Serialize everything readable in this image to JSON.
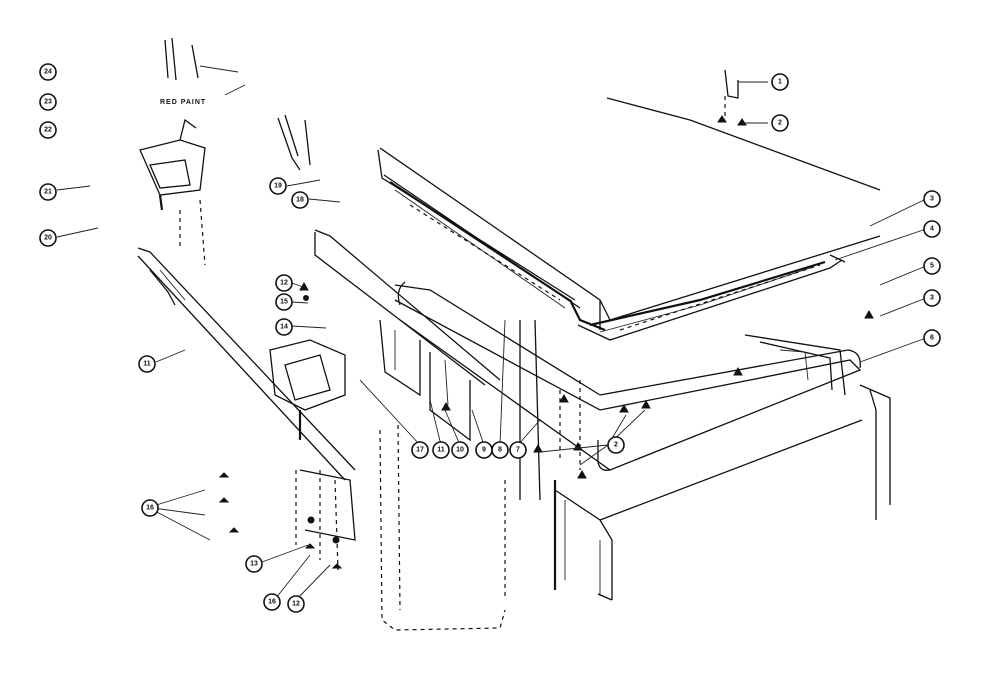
{
  "note_text": "RED PAINT",
  "callouts": [
    {
      "id": "c24",
      "label": "24"
    },
    {
      "id": "c23",
      "label": "23"
    },
    {
      "id": "c22",
      "label": "22"
    },
    {
      "id": "c21",
      "label": "21"
    },
    {
      "id": "c20",
      "label": "20"
    },
    {
      "id": "c19",
      "label": "19"
    },
    {
      "id": "c18",
      "label": "18"
    },
    {
      "id": "c17",
      "label": "17"
    },
    {
      "id": "c16",
      "label": "16"
    },
    {
      "id": "c15",
      "label": "15"
    },
    {
      "id": "c14",
      "label": "14"
    },
    {
      "id": "c13",
      "label": "13"
    },
    {
      "id": "c12",
      "label": "12"
    },
    {
      "id": "c11",
      "label": "11"
    },
    {
      "id": "c10",
      "label": "10"
    },
    {
      "id": "c9",
      "label": "9"
    },
    {
      "id": "c8",
      "label": "8"
    },
    {
      "id": "c7",
      "label": "7"
    },
    {
      "id": "c6",
      "label": "6"
    },
    {
      "id": "c5",
      "label": "5"
    },
    {
      "id": "c4",
      "label": "4"
    },
    {
      "id": "c3",
      "label": "3"
    },
    {
      "id": "c2",
      "label": "2"
    },
    {
      "id": "c1",
      "label": "1"
    }
  ]
}
